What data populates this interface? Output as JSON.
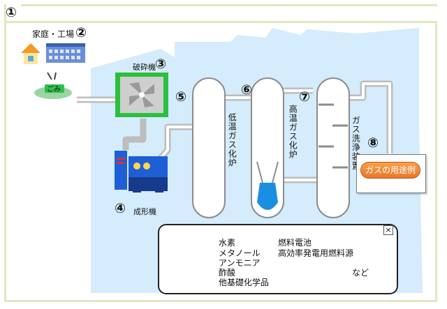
{
  "steps": {
    "s1": "①",
    "s2": "②",
    "s3": "③",
    "s4": "④",
    "s5": "⑤",
    "s6": "⑥",
    "s7": "⑦",
    "s8": "⑧"
  },
  "labels": {
    "home_factory": "家庭・工場",
    "crusher": "破砕機",
    "molder": "成形機",
    "low_temp_furnace": "低温ガス化炉",
    "high_temp_furnace": "高温ガス化炉",
    "gas_cleaner": "ガス洗浄装置",
    "garbage": "ごみ"
  },
  "use_button": "ガスの用途例",
  "popup": {
    "close": "×",
    "col1": [
      "水素",
      "メタノール",
      "アンモニア",
      "酢酸",
      "他基礎化学品"
    ],
    "col2": [
      "燃料電池",
      "高効率発電用燃料源"
    ],
    "etc": "など"
  },
  "colors": {
    "background_plant": "#d4ecfb",
    "tower": "#ffffff",
    "tower_border": "#8c8c8c",
    "liquid": "#1a8ee0",
    "crusher_frame": "#2bbf3e",
    "machine": "#1e5fd6",
    "button": "#ee8a34",
    "frame": "#dfe8c0"
  }
}
